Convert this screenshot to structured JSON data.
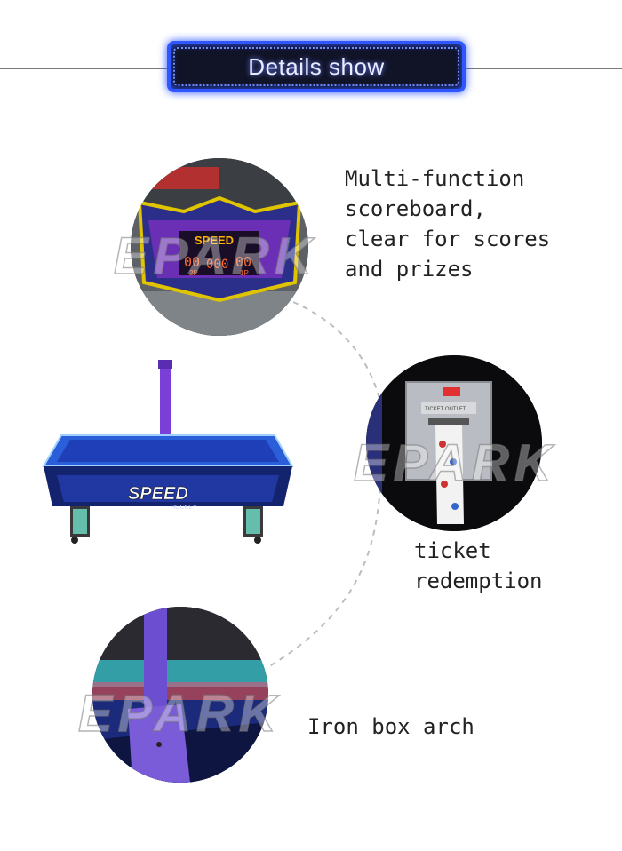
{
  "header": {
    "title": "Details show"
  },
  "features": [
    {
      "caption": "Multi-function\nscoreboard,\nclear for scores\nand prizes"
    },
    {
      "caption": "ticket\nredemption"
    },
    {
      "caption": "Iron box arch"
    }
  ],
  "product": {
    "logo_text": "SPEED",
    "logo_sub": "HOCKEY"
  },
  "scoreboard": {
    "logo": "SPEED",
    "left_score": "00",
    "time": "000",
    "right_score": "00",
    "left_player": "2P",
    "right_player": "1P"
  },
  "ticket_panel": {
    "label": "TICKET OUTLET"
  },
  "watermark": {
    "text": "EPARK"
  },
  "colors": {
    "accent": "#2f56ff",
    "frame_purple": "#7a3fd8",
    "table_blue": "#1e3fb8"
  }
}
